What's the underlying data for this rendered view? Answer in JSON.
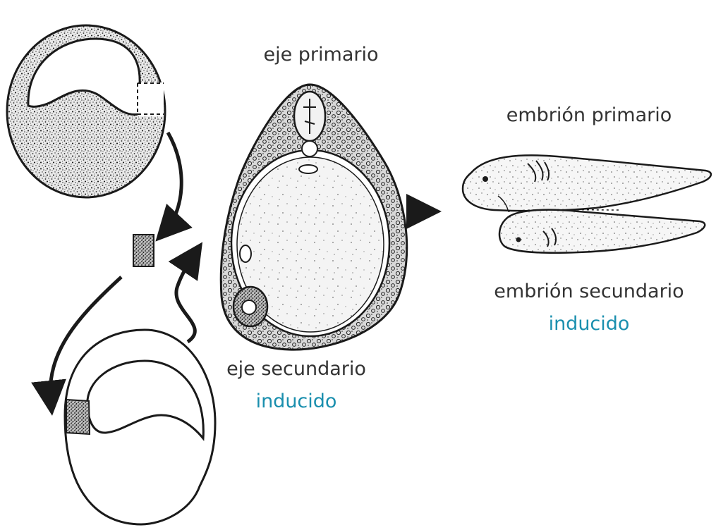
{
  "labels": {
    "primary_axis": "eje primario",
    "secondary_axis": "eje secundario",
    "secondary_axis_note": "inducido",
    "primary_embryo": "embrión primario",
    "secondary_embryo": "embrión secundario",
    "secondary_embryo_note": "inducido"
  },
  "colors": {
    "ink": "#1a1a1a",
    "label": "#333333",
    "accent": "#1a8fae"
  }
}
